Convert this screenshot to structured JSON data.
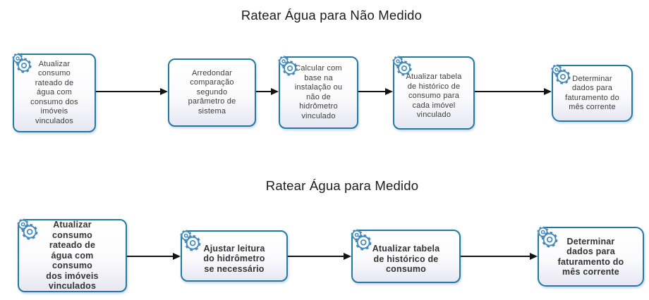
{
  "diagrams": [
    {
      "title": "Ratear Água para Não Medido",
      "boxes": [
        {
          "label": "Atualizar consumo rateado de água com consumo dos imóveis vinculados",
          "icon": "gear-service-task"
        },
        {
          "label": "Arredondar comparação segundo parâmetro de sistema",
          "icon": null
        },
        {
          "label": "Calcular com base na instalação ou não de hidrômetro vinculado",
          "icon": "gear-service-task"
        },
        {
          "label": "Atualizar tabela de histórico de consumo para cada imóvel vinculado",
          "icon": "gear-service-task"
        },
        {
          "label": "Determinar dados para faturamento do mês corrente",
          "icon": "gear-service-task"
        }
      ]
    },
    {
      "title": "Ratear Água para Medido",
      "boxes": [
        {
          "label": "Atualizar consumo rateado de água com consumo dos imóveis vinculados",
          "icon": "gear-service-task"
        },
        {
          "label": "Ajustar leitura do hidrômetro se necessário",
          "icon": "gear-service-task"
        },
        {
          "label": "Atualizar tabela de histórico de consumo",
          "icon": "gear-service-task"
        },
        {
          "label": "Determinar dados para faturamento do mês corrente",
          "icon": "gear-service-task"
        }
      ]
    }
  ],
  "colors": {
    "task_border": "#24799f",
    "task_fill_top": "#ffffff",
    "task_fill_bottom": "#e7e7f3",
    "gear_icon": "#4288ba",
    "arrow": "#141414",
    "task_text": "#3d3d3d",
    "title_text": "#1c1c1c",
    "background": "#ffffff"
  }
}
